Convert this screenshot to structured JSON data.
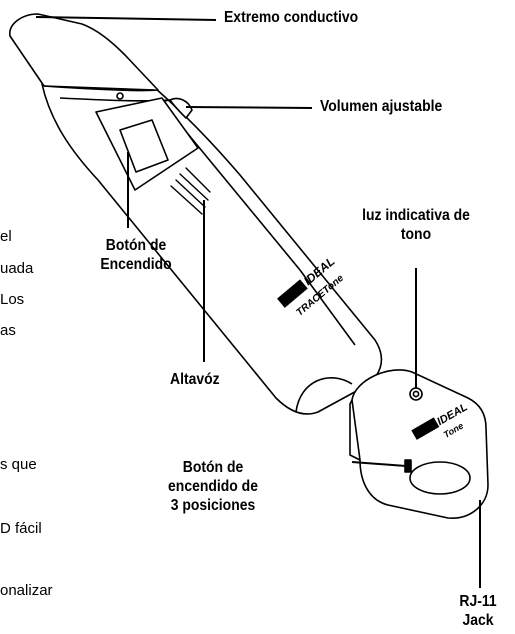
{
  "labels": {
    "conductive_tip": "Extremo conductivo",
    "adjustable_volume": "Volumen ajustable",
    "tone_indicator_line1": "luz indicativa de",
    "tone_indicator_line2": "tono",
    "power_button_line1": "Botón de",
    "power_button_line2": "Encendido",
    "speaker": "Altavóz",
    "three_pos_button_line1": "Botón de",
    "three_pos_button_line2": "encendido de",
    "three_pos_button_line3": "3 posiciones",
    "rj11_line1": "RJ-11",
    "rj11_line2": "Jack"
  },
  "device": {
    "probe_brand_logo": "IDEAL",
    "probe_model": "TRACETone",
    "tone_unit_brand_logo": "IDEAL",
    "tone_unit_model": "Tone"
  },
  "background_text_fragments": [
    "el",
    "uada",
    "Los",
    "as",
    "s que",
    "D fácil",
    "onalizar"
  ]
}
